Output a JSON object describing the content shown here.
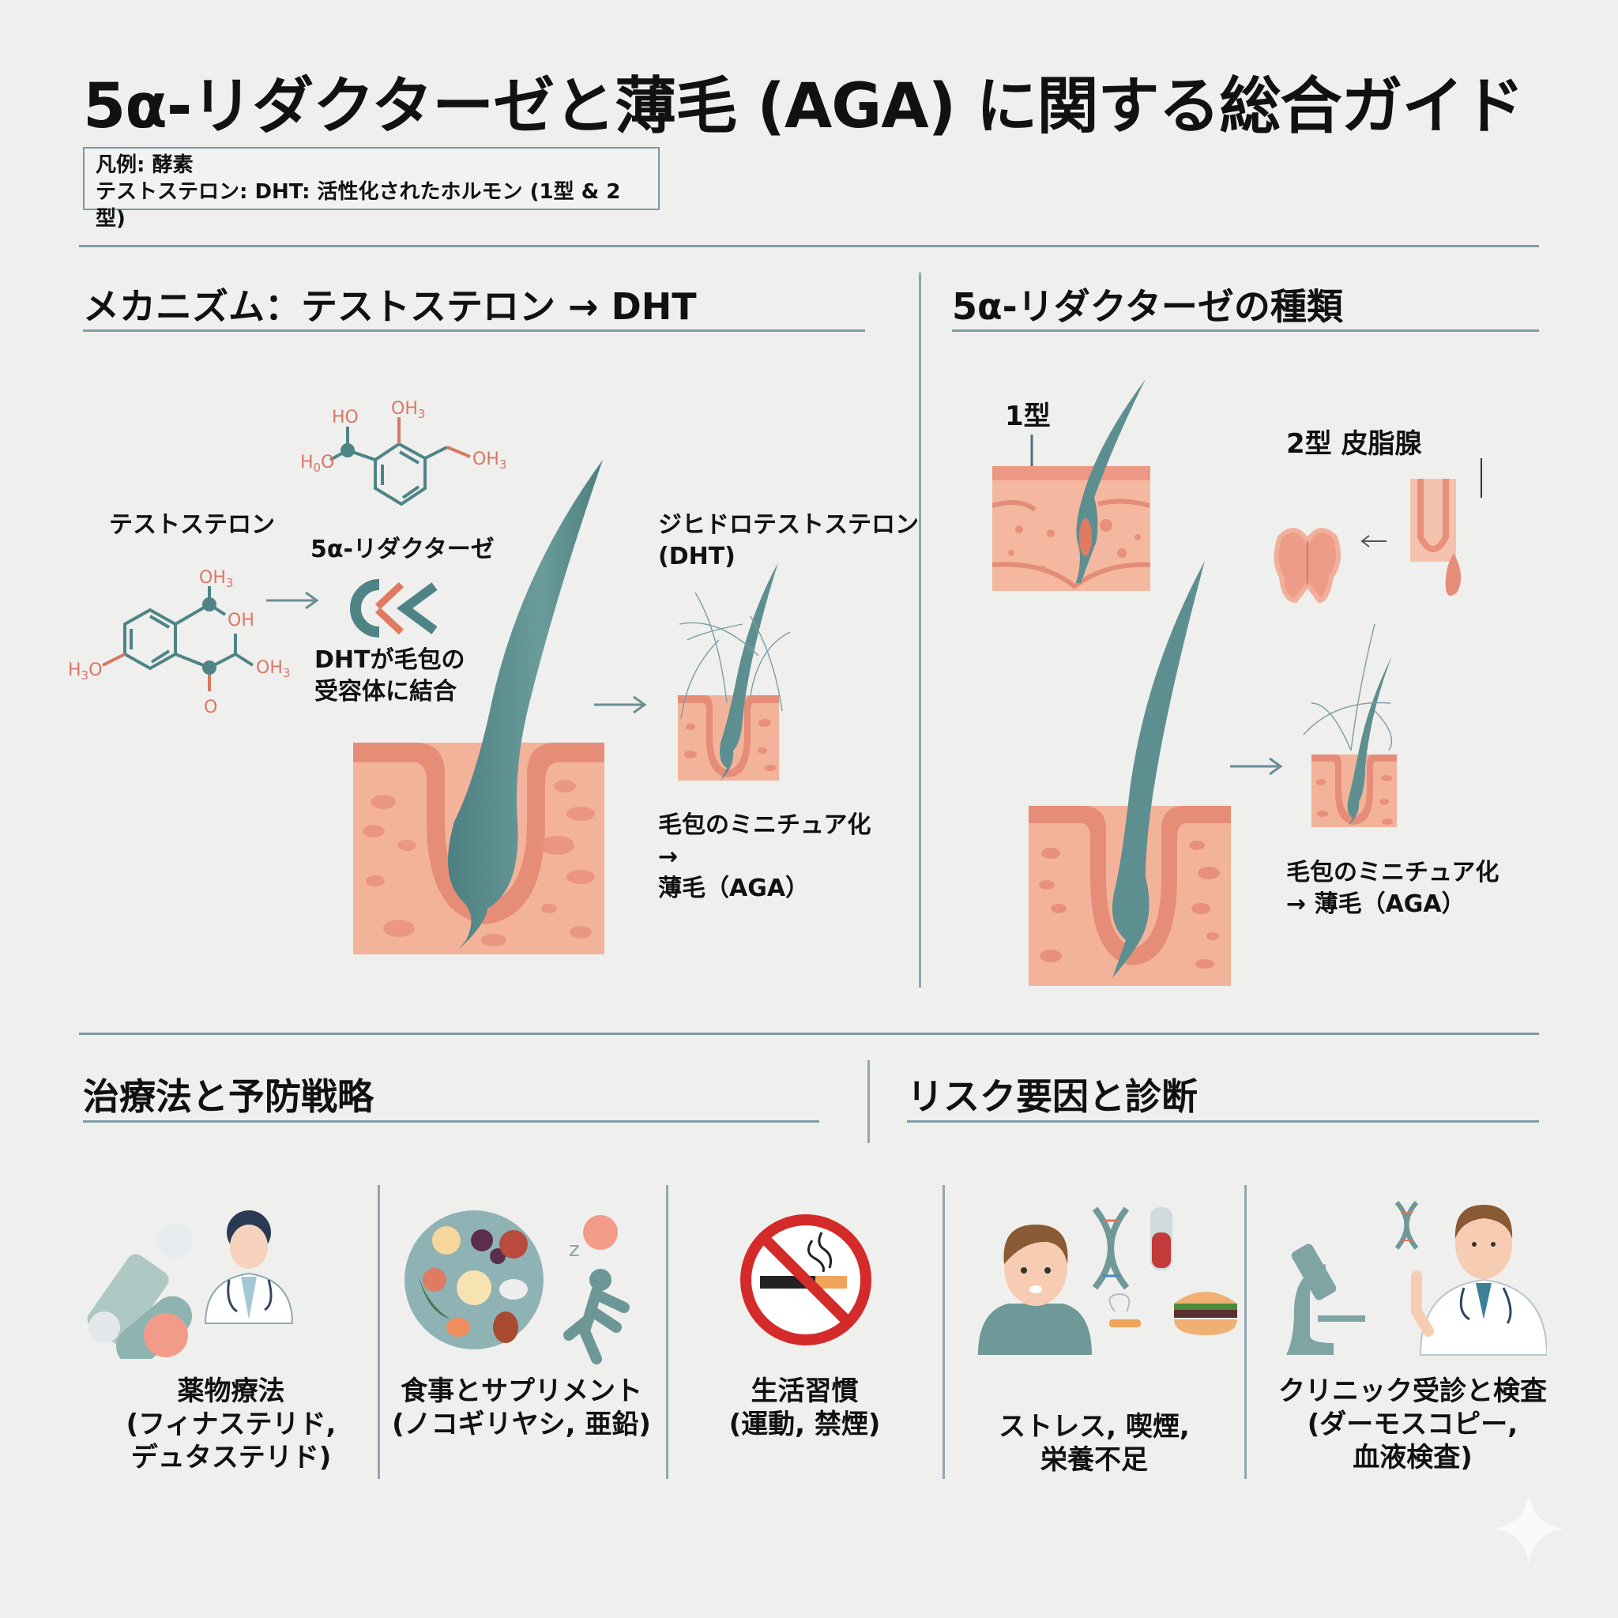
{
  "header": {
    "title": "5α-リダクターゼと薄毛 (AGA) に関する総合ガイド",
    "legend_line1": "凡例: 酵素",
    "legend_line2": "テストステロン: DHT: 活性化されたホルモン (1型 & 2型)"
  },
  "mechanism": {
    "section_title": "メカニズム：テストステロン → DHT",
    "testosterone_label": "テストステロン",
    "enzyme_label": "5α-リダクターゼ",
    "binding_label_line1": "DHTが毛包の",
    "binding_label_line2": "受容体に結合",
    "dht_label_line1": "ジヒドロテストステロン",
    "dht_label_line2": "(DHT)",
    "result_line1": "毛包のミニチュア化",
    "result_line2": "→",
    "result_line3": "薄毛（AGA）",
    "molecule_top_labels": [
      "HO",
      "OH3",
      "H0O",
      "OH3"
    ],
    "molecule_bottom_labels": [
      "OH3",
      "OH",
      "H3O",
      "OH3",
      "O"
    ]
  },
  "types": {
    "section_title": "5α-リダクターゼの種類",
    "type1_label": "1型",
    "type2_label": "2型 皮脂腺",
    "result_line1": "毛包のミニチュア化",
    "result_line2": "→ 薄毛（AGA）"
  },
  "treatment": {
    "section_title": "治療法と予防戦略",
    "cards": [
      {
        "icon": "pills-doctor-icon",
        "line1": "薬物療法",
        "line2": "(フィナステリド,",
        "line3": "デュタステリド)"
      },
      {
        "icon": "food-plate-runner-icon",
        "line1": "食事とサプリメント",
        "line2": "(ノコギリヤシ, 亜鉛)",
        "line3": ""
      },
      {
        "icon": "no-smoking-icon",
        "line1": "生活習慣",
        "line2": "(運動, 禁煙)",
        "line3": ""
      }
    ]
  },
  "risk": {
    "section_title": "リスク要因と診断",
    "cards": [
      {
        "icon": "stressed-person-dna-burger-icon",
        "line1": "ストレス, 喫煙,",
        "line2": "栄養不足",
        "line3": ""
      },
      {
        "icon": "microscope-doctor-icon",
        "line1": "クリニック受診と検査",
        "line2": "(ダーモスコピー,",
        "line3": "血液検査)"
      }
    ]
  },
  "colors": {
    "background": "#efefee",
    "teal": "#5e8f90",
    "skin": "#f2b49c",
    "skin_dark": "#e38c78",
    "accent_red": "#d97763",
    "divider": "#7e9ca7"
  }
}
